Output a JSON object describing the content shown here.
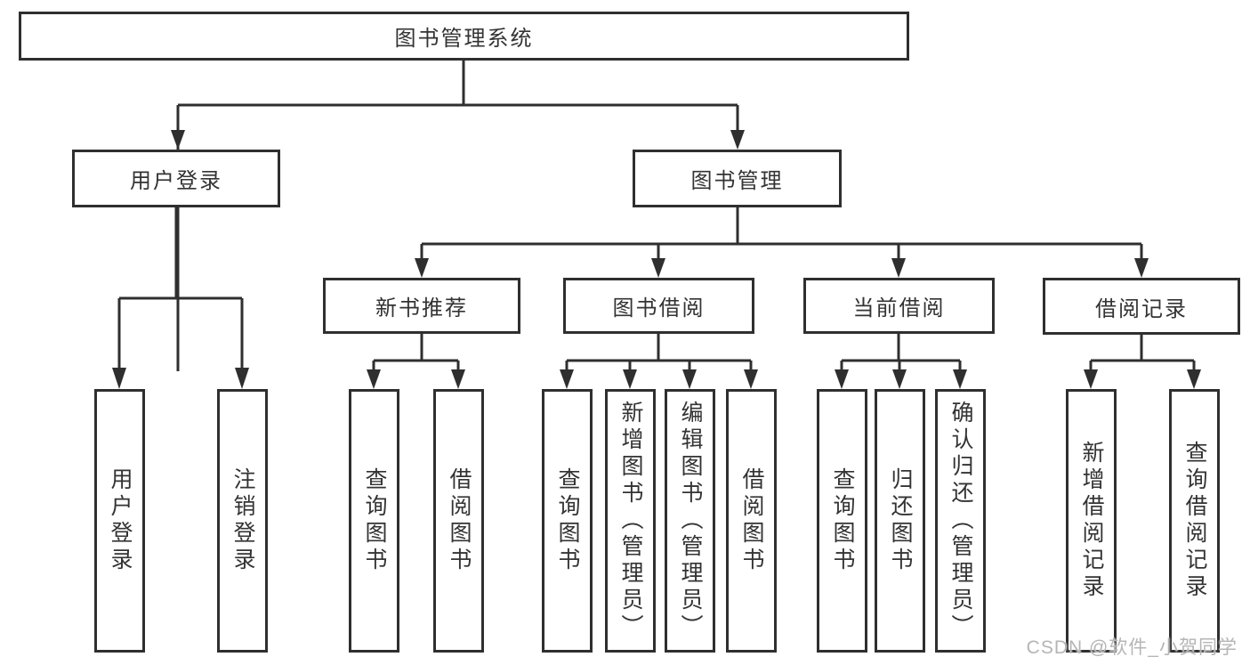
{
  "diagram": {
    "title_node": {
      "label": "图书管理系统"
    },
    "level2": [
      {
        "label": "用户登录"
      },
      {
        "label": "图书管理"
      }
    ],
    "level3": [
      {
        "label": "新书推荐"
      },
      {
        "label": "图书借阅"
      },
      {
        "label": "当前借阅"
      },
      {
        "label": "借阅记录"
      }
    ],
    "leaves": {
      "user_login": [
        "用户登录",
        "注销登录"
      ],
      "new_book": [
        "查询图书",
        "借阅图书"
      ],
      "book_borrow": [
        "查询图书",
        "新增图书（管理员）",
        "编辑图书（管理员）",
        "借阅图书"
      ],
      "current_borrow": [
        "查询图书",
        "归还图书",
        "确认归还（管理员）"
      ],
      "borrow_records": [
        "新增借阅记录",
        "查询借阅记录"
      ]
    }
  },
  "watermark": "CSDN @软件_小贺同学",
  "colors": {
    "line": "#2f2f2f",
    "box_border": "#2f2f2f",
    "text": "#333333",
    "watermark": "#b5b5b5",
    "background": "#ffffff"
  }
}
